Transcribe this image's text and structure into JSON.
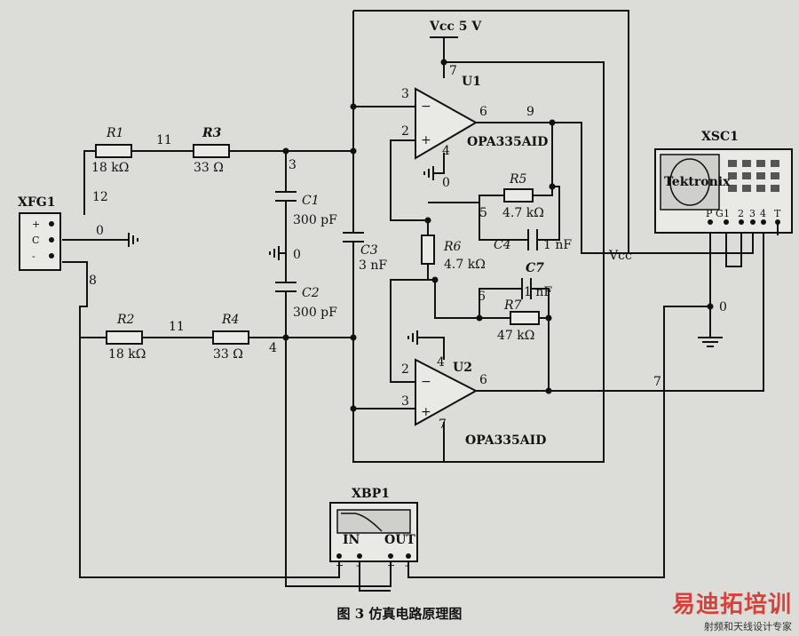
{
  "caption": "图 3 仿真电路原理图",
  "watermark": {
    "main": "易迪拓培训",
    "sub": "射频和天线设计专家",
    "color": "#d7261f"
  },
  "supply": {
    "label": "Vcc 5 V"
  },
  "function_generator": {
    "name": "XFG1",
    "pins": [
      "+",
      "C",
      "-"
    ]
  },
  "oscilloscope": {
    "name": "XSC1",
    "brand": "Tektronix",
    "pins": [
      "P",
      "G",
      "1",
      "2",
      "3",
      "4",
      "T"
    ]
  },
  "bode_plotter": {
    "name": "XBP1",
    "in_label": "IN",
    "out_label": "OUT",
    "pins": [
      "+",
      "-",
      "+",
      "-"
    ]
  },
  "opamps": [
    {
      "ref": "U1",
      "part": "OPA335AID"
    },
    {
      "ref": "U2",
      "part": "OPA335AID"
    }
  ],
  "resistors": [
    {
      "ref": "R1",
      "value": "18 kΩ"
    },
    {
      "ref": "R3",
      "value": "33 Ω"
    },
    {
      "ref": "R2",
      "value": "18 kΩ"
    },
    {
      "ref": "R4",
      "value": "33 Ω"
    },
    {
      "ref": "R5",
      "value": "4.7 kΩ"
    },
    {
      "ref": "R6",
      "value": "4.7 kΩ"
    },
    {
      "ref": "R7",
      "value": "47 kΩ"
    }
  ],
  "capacitors": [
    {
      "ref": "C1",
      "value": "300 pF"
    },
    {
      "ref": "C2",
      "value": "300 pF"
    },
    {
      "ref": "C3",
      "value": "3 nF"
    },
    {
      "ref": "C4",
      "value": "1 nF"
    },
    {
      "ref": "C7",
      "value": "1 nF"
    }
  ],
  "vcc_tap": "Vcc",
  "nodes": {
    "n11_top": "11",
    "n11_bot": "11",
    "n12": "12",
    "n8": "8",
    "n0_fg": "0",
    "n3": "3",
    "n0_mid": "0",
    "n4": "4",
    "n9": "9",
    "n5": "5",
    "n6": "6",
    "n0_scope": "0",
    "n7": "7",
    "n0_u1": "0"
  },
  "pin_numbers": {
    "u1_vplus": "7",
    "u1_inv": "3",
    "u1_noninv": "2",
    "u1_out": "6",
    "u1_vminus": "4",
    "u2_inv": "2",
    "u2_noninv": "3",
    "u2_vminus": "4",
    "u2_out": "6",
    "u2_vplus": "7"
  }
}
